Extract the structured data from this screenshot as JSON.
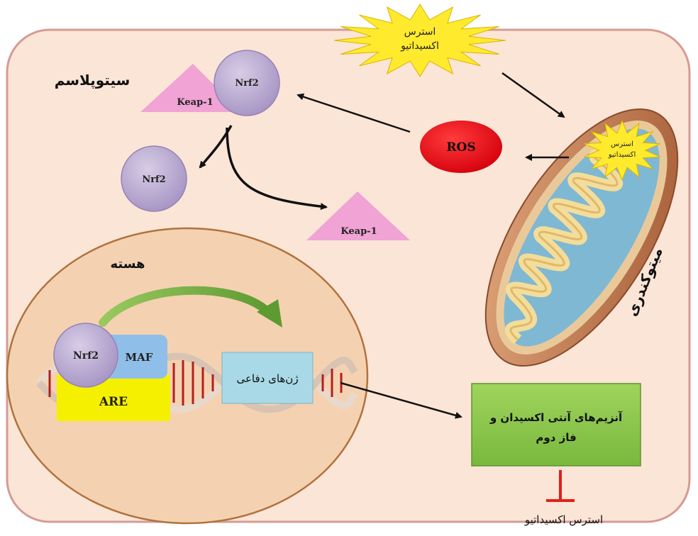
{
  "labels": {
    "cytoplasm": "سیتوپلاسم",
    "nucleus": "هسته",
    "mitochondria": "میتوکندری",
    "oxidative_stress_top_line1": "استرس",
    "oxidative_stress_top_line2": "اکسیداتیو",
    "oxidative_stress_mito_line1": "استرس",
    "oxidative_stress_mito_line2": "اکسیداتیو",
    "ros": "ROS",
    "nrf2": "Nrf2",
    "keap1": "Keap-1",
    "maf": "MAF",
    "are": "ARE",
    "defense_genes": "ژن‌های دفاعی",
    "enzymes_line1": "آنزیم‌های آنتی اکسیدان و",
    "enzymes_line2": "فاز دوم",
    "oxidative_stress_bottom": "استرس اکسیداتیو"
  },
  "colors": {
    "cell_fill": "#fbe5d6",
    "cell_border": "#d59b94",
    "nucleus_fill": "#f4d2b1",
    "nucleus_border": "#b0723f",
    "nrf2_fill": "#b7a6cf",
    "keap1_fill": "#f0a3d4",
    "maf_fill": "#8fbfe8",
    "are_fill": "#f5f000",
    "ros_fill": "#e8000f",
    "star_fill": "#ffea2e",
    "gene_box_fill": "#a9d9e6",
    "enzyme_box_fill": "#8fc74e",
    "inhibit_color": "#e0201c",
    "curved_arrow": "#7ab044"
  }
}
